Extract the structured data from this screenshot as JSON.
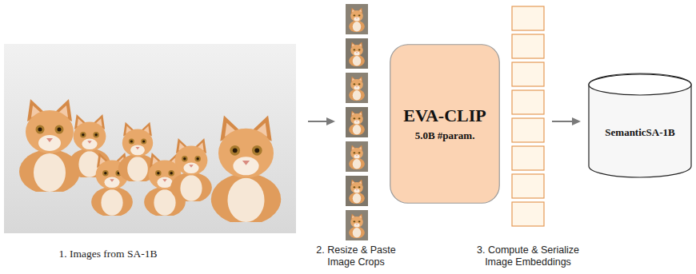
{
  "diagram": {
    "nodes": [
      {
        "text": [
          "EVA-CLIP",
          "5.0B #param."
        ]
      },
      {
        "text": [
          "SemanticSA-1B"
        ]
      }
    ],
    "labels": [
      "1. Images from SA-1B",
      "2. Resize & Paste Image Crops",
      "3. Compute & Serialize Image Embeddings"
    ]
  }
}
